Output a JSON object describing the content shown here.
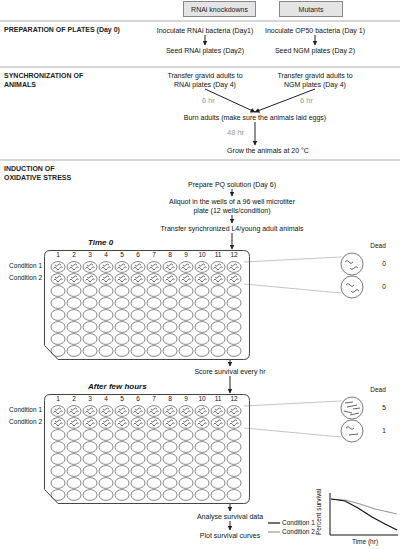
{
  "diagram": {
    "nodes": [
      {
        "text": [
          "RNAi knockdowns"
        ]
      },
      {
        "text": [
          "Mutants"
        ]
      },
      {
        "text": [
          "Inoculate RNAi bacteria (Day1)"
        ]
      },
      {
        "text": [
          "Seed RNAi plates (Day2)"
        ]
      },
      {
        "text": [
          "Inoculate OP50 bacteria (Day 1)"
        ]
      },
      {
        "text": [
          "Seed NGM plates (Day 2)"
        ]
      },
      {
        "text": [
          "Transfer gravid adults to RNAi plates (Day 4)"
        ]
      },
      {
        "text": [
          "Transfer gravid adults to NGM plates (Day 4)"
        ]
      },
      {
        "text": [
          "Burn adults (make sure the animals laid eggs)"
        ]
      },
      {
        "text": [
          "Grow the animals at 20 °C"
        ]
      },
      {
        "text": [
          "Prepare PQ solution (Day 6)"
        ]
      },
      {
        "text": [
          "Aliquot in the wells of a 96 well microtiter plate (12 wells/condition)"
        ]
      },
      {
        "text": [
          "Transfer synchronized L4/young adult animals"
        ]
      },
      {
        "text": [
          "Time 0"
        ]
      },
      {
        "text": [
          "Score survival every hr"
        ]
      },
      {
        "text": [
          "After few hours"
        ]
      },
      {
        "text": [
          "Analyse survival data"
        ]
      },
      {
        "text": [
          "Plot survival curves"
        ]
      }
    ],
    "edges": [
      {
        "from": 2,
        "to": 3,
        "arrow": "to"
      },
      {
        "from": 4,
        "to": 5,
        "arrow": "to"
      },
      {
        "from": 6,
        "to": 8,
        "label": "6 hr",
        "arrow": "to"
      },
      {
        "from": 7,
        "to": 8,
        "label": "6 hr",
        "arrow": "to"
      },
      {
        "from": 8,
        "to": 9,
        "label": "48 hr",
        "arrow": "to"
      },
      {
        "from": 10,
        "to": 11,
        "arrow": "to"
      },
      {
        "from": 11,
        "to": 12,
        "arrow": "to"
      },
      {
        "from": 12,
        "to": 13,
        "arrow": "to"
      },
      {
        "from": 13,
        "to": 14,
        "arrow": "to"
      },
      {
        "from": 14,
        "to": 15,
        "arrow": "to"
      },
      {
        "from": 15,
        "to": 16,
        "arrow": "to"
      },
      {
        "from": 16,
        "to": 17,
        "arrow": "to"
      }
    ],
    "labels": [
      "PREPARATION OF PLATES (Day 0)",
      "SYNCHRONIZATION OF ANIMALS",
      "INDUCTION OF OXIDATIVE STRESS",
      "1",
      "2",
      "3",
      "4",
      "5",
      "6",
      "7",
      "8",
      "9",
      "10",
      "11",
      "12",
      "Condition 1",
      "Condition 2",
      "Dead",
      "0",
      "0",
      "1",
      "2",
      "3",
      "4",
      "5",
      "6",
      "7",
      "8",
      "9",
      "10",
      "11",
      "12",
      "Condition 1",
      "Condition 2",
      "Dead",
      "5",
      "1",
      "Percent survival",
      "Time (hr)"
    ],
    "legend": [
      {
        "text": "Condition 1"
      },
      {
        "text": "Condition 2"
      }
    ]
  }
}
